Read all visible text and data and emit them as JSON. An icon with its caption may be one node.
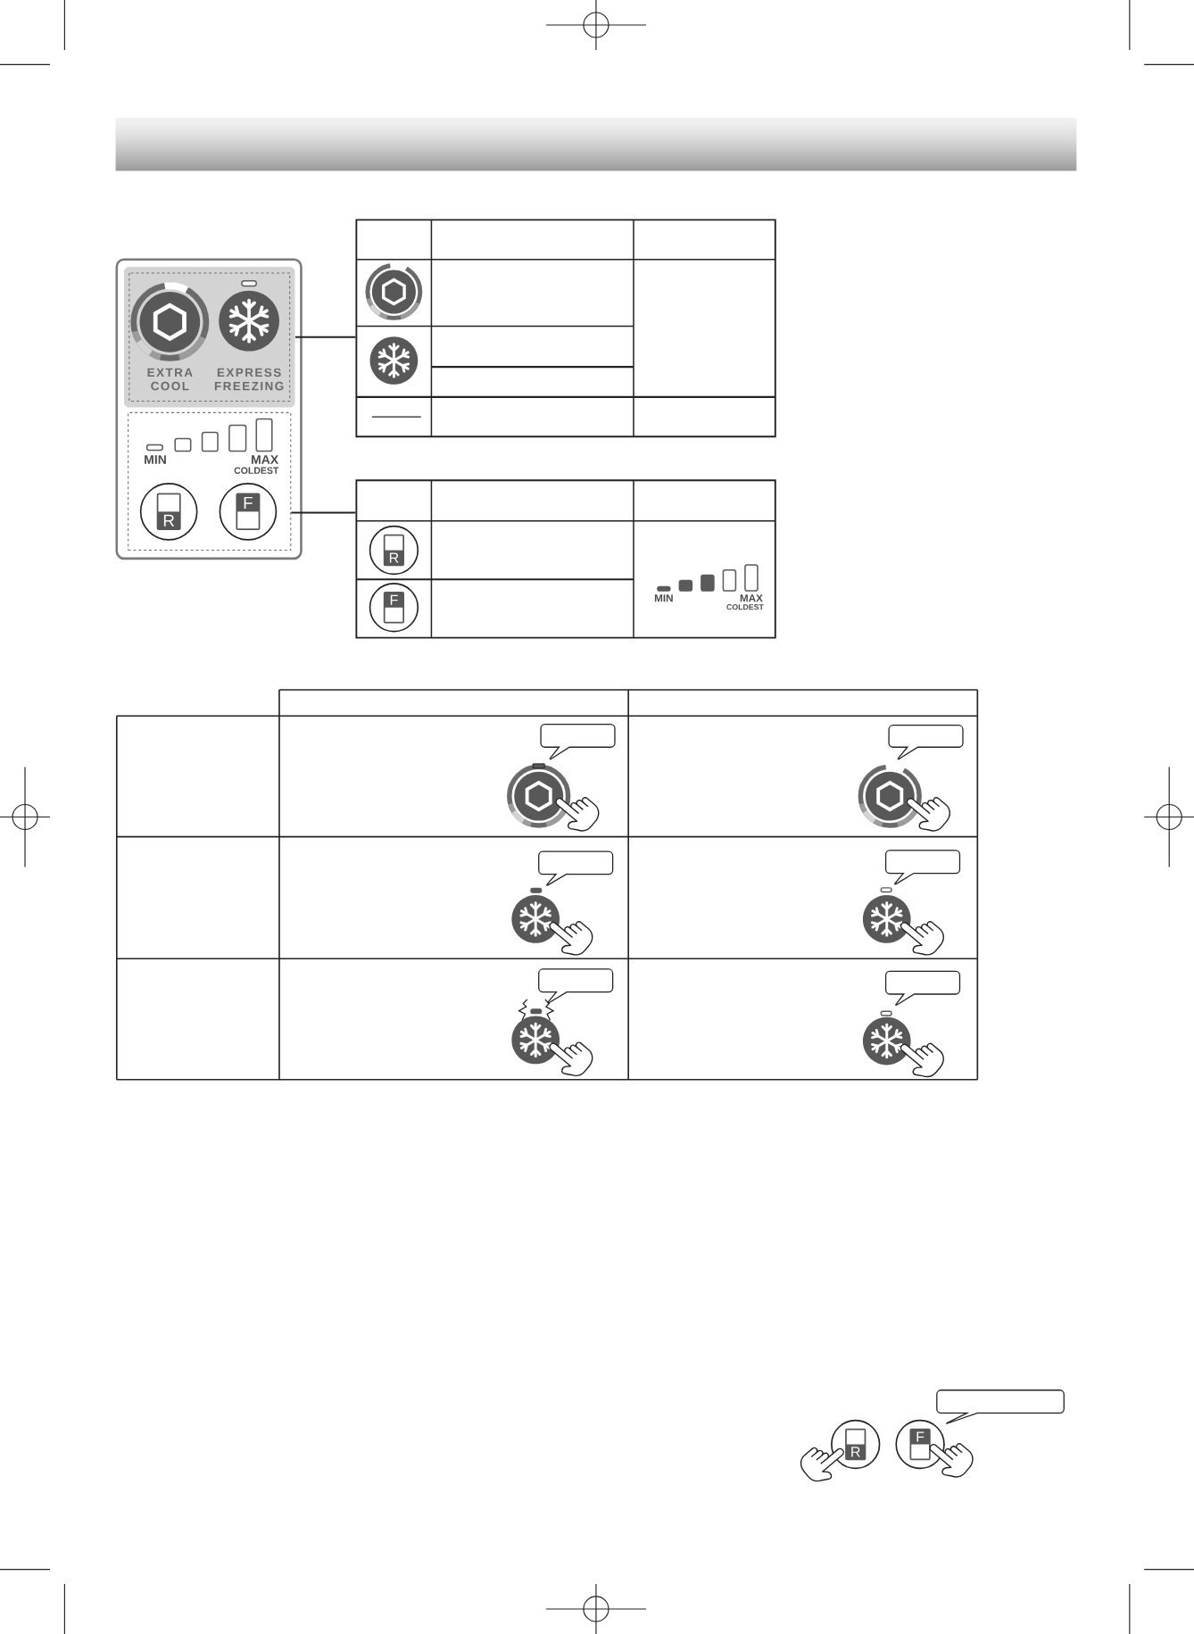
{
  "diagram": {
    "nodes": [
      {
        "text": [],
        "shape": "box"
      },
      {
        "text": [
          "EXTRA COOL",
          "EXPRESS FREEZING"
        ],
        "in": 0
      },
      {
        "text": [
          "MIN",
          "MAX",
          "COLDEST",
          "R",
          "F"
        ],
        "in": 0
      },
      {
        "text": [],
        "shape": "box"
      },
      {
        "text": [
          "R",
          "F",
          "MIN",
          "MAX",
          "COLDEST"
        ]
      },
      {
        "text": [],
        "shape": "callout"
      },
      {
        "text": [],
        "shape": "callout"
      },
      {
        "text": [],
        "shape": "callout"
      },
      {
        "text": [],
        "shape": "callout"
      },
      {
        "text": [],
        "shape": "callout"
      },
      {
        "text": [],
        "shape": "callout"
      },
      {
        "text": [],
        "shape": "callout"
      }
    ],
    "edges": [
      {
        "from": 1,
        "to": 3,
        "arrow": "none"
      },
      {
        "from": 2,
        "to": 4,
        "arrow": "none"
      }
    ],
    "labels": [
      "R",
      "F"
    ]
  }
}
